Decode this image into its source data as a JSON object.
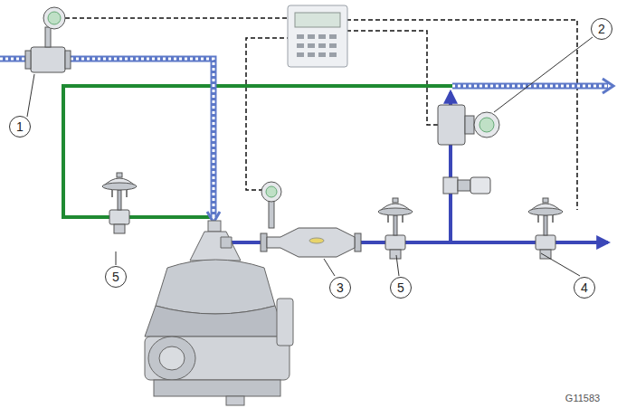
{
  "diagram": {
    "labels": [
      "1",
      "2",
      "3",
      "5",
      "5",
      "4",
      "G11583"
    ]
  }
}
